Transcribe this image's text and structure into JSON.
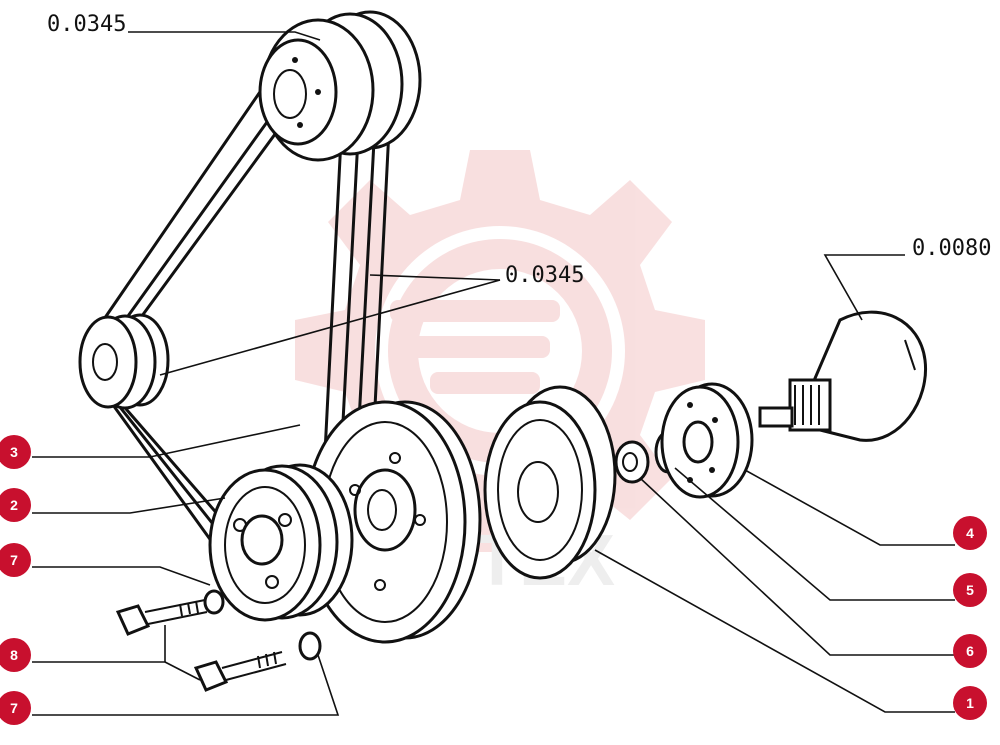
{
  "diagram": {
    "watermark_text": "MTEX",
    "reference_labels": {
      "alternator_pulley": "0.0345",
      "belt": "0.0345",
      "crankshaft": "0.0080"
    },
    "callouts": [
      {
        "id": "callout-3-left",
        "number": "3"
      },
      {
        "id": "callout-2-left",
        "number": "2"
      },
      {
        "id": "callout-7-left-upper",
        "number": "7"
      },
      {
        "id": "callout-8-left",
        "number": "8"
      },
      {
        "id": "callout-7-left-lower",
        "number": "7"
      },
      {
        "id": "callout-4-right",
        "number": "4"
      },
      {
        "id": "callout-5-right",
        "number": "5"
      },
      {
        "id": "callout-6-right",
        "number": "6"
      },
      {
        "id": "callout-1-right",
        "number": "1"
      }
    ],
    "colors": {
      "ink": "#111111",
      "callout_fill": "#c8102e",
      "watermark": "#f4c6c6",
      "background": "#ffffff"
    }
  }
}
